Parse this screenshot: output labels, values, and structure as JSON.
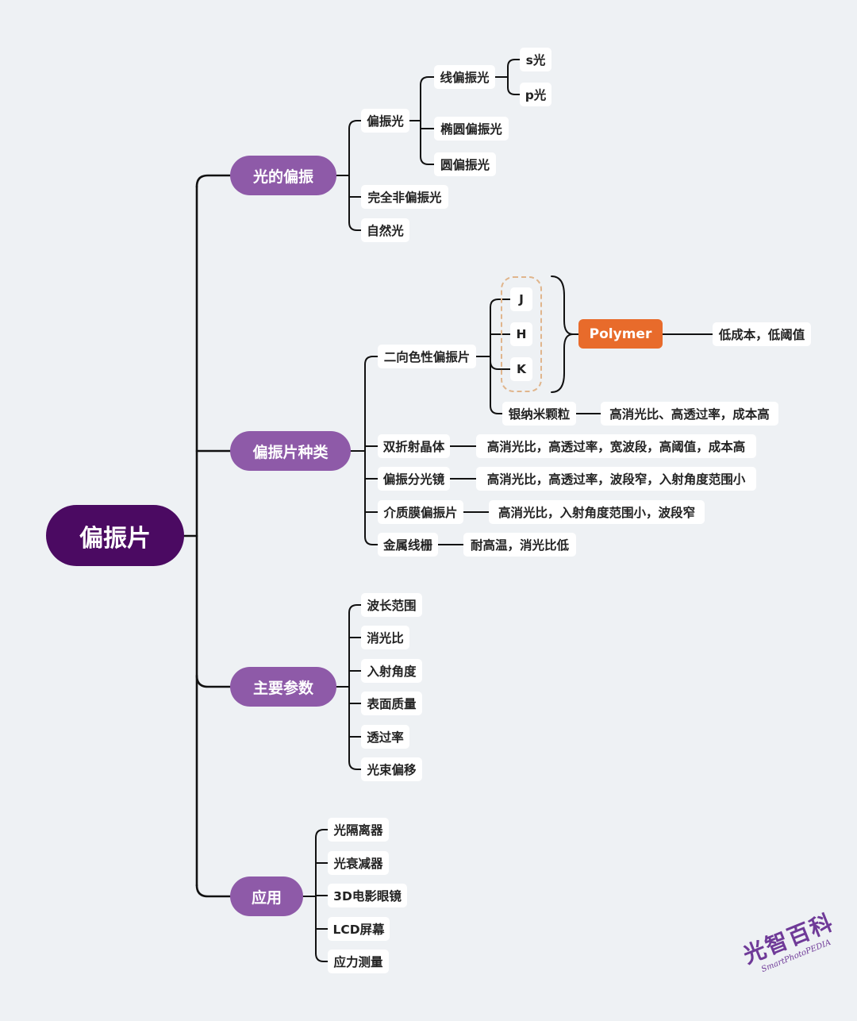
{
  "root": "偏振片",
  "branches": {
    "light_polarization": {
      "label": "光的偏振",
      "polarized": {
        "label": "偏振光",
        "linear": {
          "label": "线偏振光",
          "s": "s光",
          "p": "p光"
        },
        "elliptical": "椭圆偏振光",
        "circular": "圆偏振光"
      },
      "unpolarized": "完全非偏振光",
      "natural": "自然光"
    },
    "types": {
      "label": "偏振片种类",
      "dichroic": {
        "label": "二向色性偏振片",
        "j": "J",
        "h": "H",
        "k": "K",
        "polymer": "Polymer",
        "polymer_note": "低成本，低阈值",
        "silver": "银纳米颗粒",
        "silver_note": "高消光比、高透过率，成本高"
      },
      "birefringent": {
        "label": "双折射晶体",
        "note": "高消光比，高透过率，宽波段，高阈值，成本高"
      },
      "beamsplitter": {
        "label": "偏振分光镜",
        "note": "高消光比，高透过率，波段窄，入射角度范围小"
      },
      "dielectric": {
        "label": "介质膜偏振片",
        "note": "高消光比，入射角度范围小，波段窄"
      },
      "wire_grid": {
        "label": "金属线栅",
        "note": "耐高温，消光比低"
      }
    },
    "params": {
      "label": "主要参数",
      "items": [
        "波长范围",
        "消光比",
        "入射角度",
        "表面质量",
        "透过率",
        "光束偏移"
      ]
    },
    "applications": {
      "label": "应用",
      "items": [
        "光隔离器",
        "光衰减器",
        "3D电影眼镜",
        "LCD屏幕",
        "应力测量"
      ]
    }
  },
  "watermark": {
    "cn": "光智百科",
    "en": "SmartPhotoPEDIA"
  },
  "colors": {
    "root": "#4b0a62",
    "category": "#8e5aa8",
    "polymer": "#e86b2b",
    "line": "#111111",
    "dash": "#e0b58c"
  }
}
